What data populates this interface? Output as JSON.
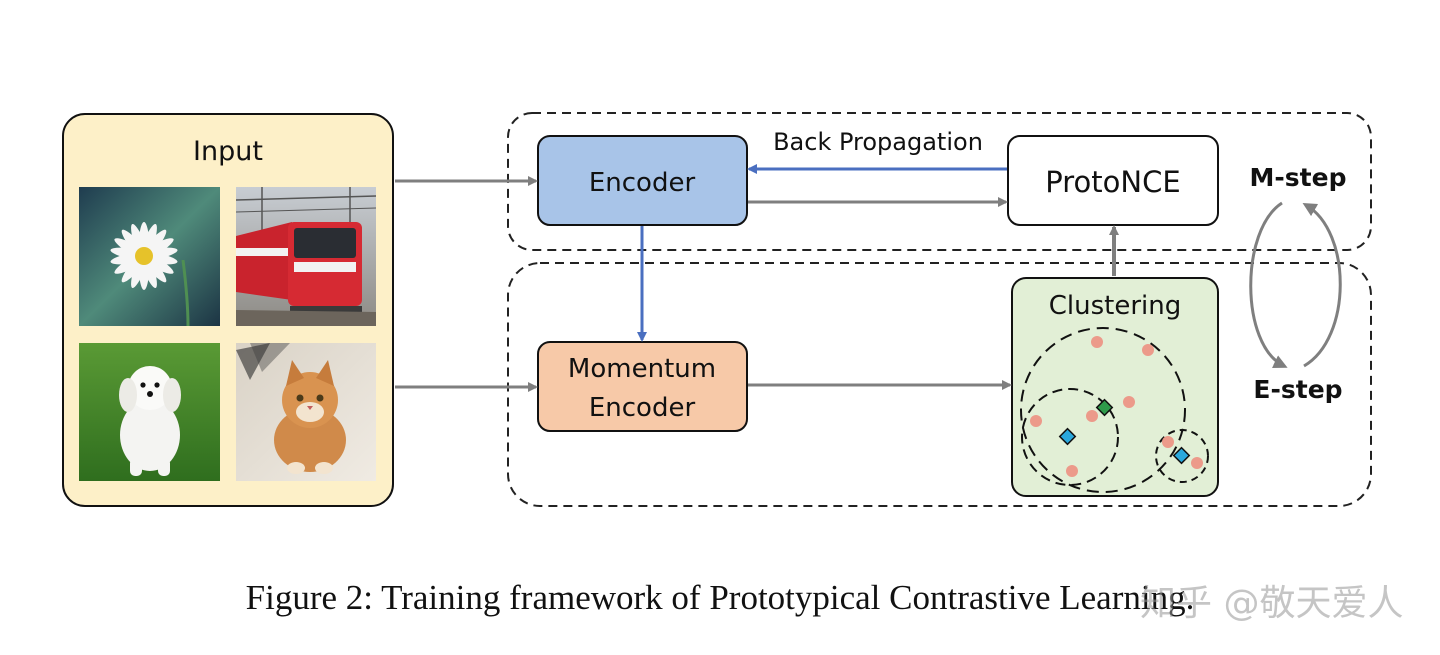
{
  "input": {
    "label": "Input",
    "images": [
      {
        "subject": "daisy-flower"
      },
      {
        "subject": "red-train"
      },
      {
        "subject": "white-dog"
      },
      {
        "subject": "tabby-cat"
      }
    ]
  },
  "nodes": {
    "encoder": "Encoder",
    "momentum_encoder_line1": "Momentum",
    "momentum_encoder_line2": "Encoder",
    "protonce": "ProtoNCE",
    "clustering": "Clustering"
  },
  "edges": {
    "back_propagation": "Back Propagation"
  },
  "steps": {
    "m_step": "M-step",
    "e_step": "E-step"
  },
  "caption": "Figure 2: Training framework of Prototypical Contrastive Learning.",
  "watermark": "知乎 @敬天爱人",
  "colors": {
    "input_bg": "#fdf0c8",
    "encoder_bg": "#a8c4e8",
    "momentum_bg": "#f7c9a8",
    "clustering_bg": "#e2efd6",
    "blue_arrow": "#4a6fc0",
    "gray_arrow": "#7f7f7f",
    "point": "#ec9a8a",
    "prototype_green": "#2e9a4a",
    "prototype_blue": "#2aa8dd"
  }
}
